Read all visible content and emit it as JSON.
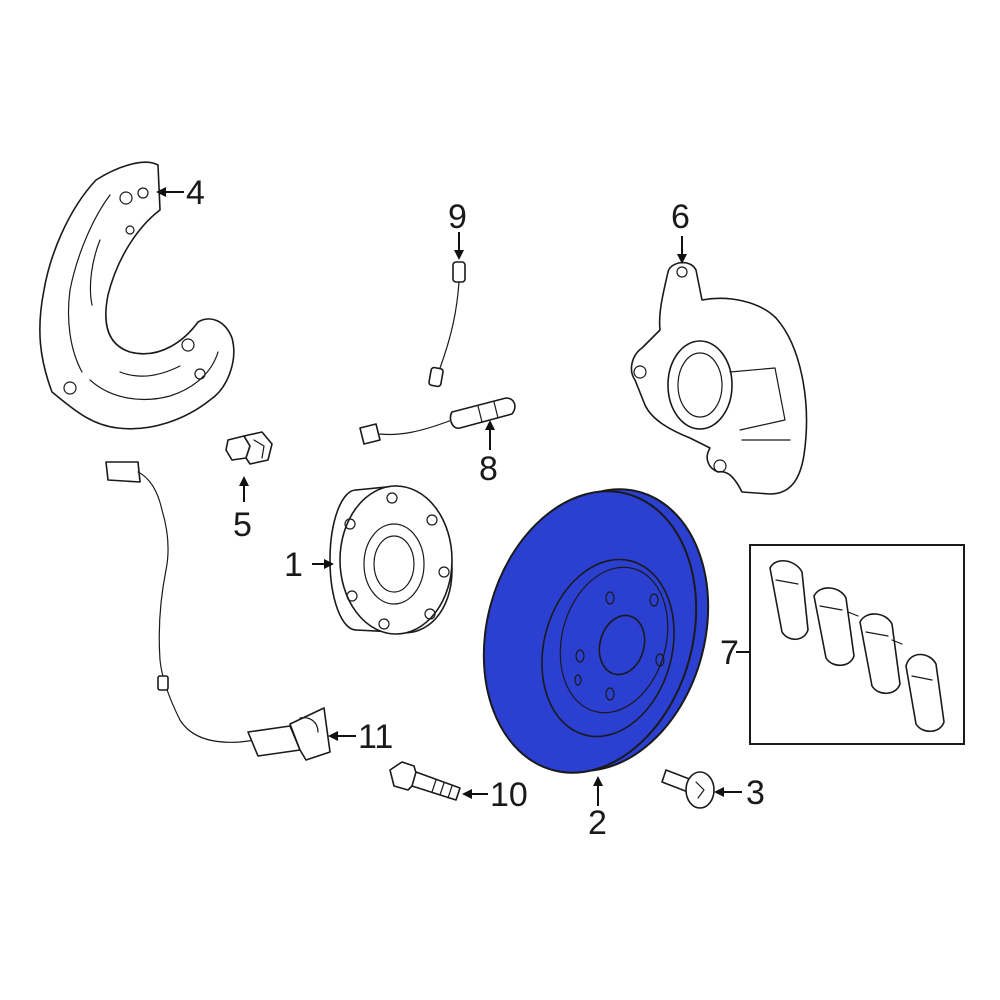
{
  "diagram": {
    "highlight_color": "#2b3fd1",
    "line_color": "#1a1a1a",
    "callouts": {
      "hub": "1",
      "rotor": "2",
      "rotor_screw": "3",
      "splash_shield": "4",
      "shield_bolt": "5",
      "caliper": "6",
      "pads": "7",
      "wear_sensor_rear": "8",
      "wear_sensor_front": "9",
      "hub_bolt": "10",
      "abs_sensor": "11"
    }
  }
}
